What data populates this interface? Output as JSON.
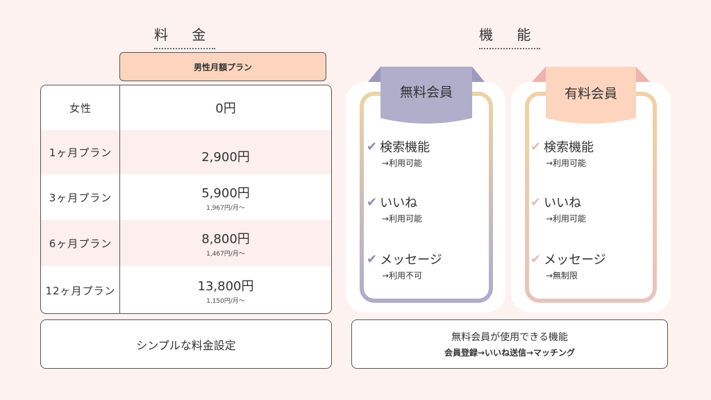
{
  "pricing": {
    "heading": "料 金",
    "plan_header": "男性月額プラン",
    "rows": [
      {
        "label": "女性",
        "price": "0円",
        "sub": ""
      },
      {
        "label": "1ヶ月プラン",
        "price": "2,900円",
        "sub": ""
      },
      {
        "label": "3ヶ月プラン",
        "price": "5,900円",
        "sub": "1,967円/月〜"
      },
      {
        "label": "6ヶ月プラン",
        "price": "8,800円",
        "sub": "1,467円/月〜"
      },
      {
        "label": "12ヶ月プラン",
        "price": "13,800円",
        "sub": "1,150円/月〜"
      }
    ],
    "note": "シンプルな料金設定"
  },
  "features": {
    "heading": "機 能",
    "free": {
      "title": "無料会員",
      "color": "#b0aecb",
      "items": [
        {
          "name": "検索機能",
          "status": "→利用可能"
        },
        {
          "name": "いいね",
          "status": "→利用可能"
        },
        {
          "name": "メッセージ",
          "status": "→利用不可"
        }
      ]
    },
    "paid": {
      "title": "有料会員",
      "color": "#fdd5bf",
      "items": [
        {
          "name": "検索機能",
          "status": "→利用可能"
        },
        {
          "name": "いいね",
          "status": "→利用可能"
        },
        {
          "name": "メッセージ",
          "status": "→無制限"
        }
      ]
    },
    "note_line1": "無料会員が使用できる機能",
    "note_line2": "会員登録→いいね送信→マッチング"
  }
}
